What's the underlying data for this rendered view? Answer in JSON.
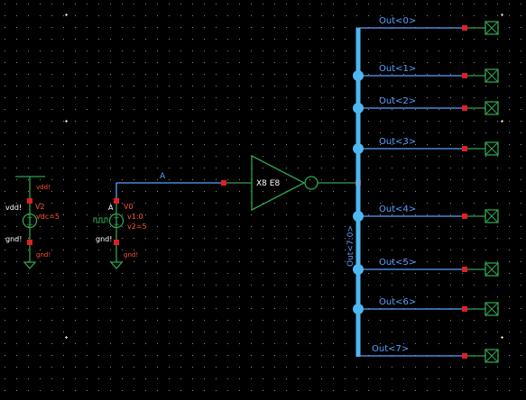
{
  "title": "Schematic editor canvas",
  "colors": {
    "background": "#000000",
    "grid_dot": "#8c8c8c",
    "net": "#5aa0ff",
    "bus": "#4fb7f0",
    "bus_label": "#5aa0ff",
    "symbol_green": "#2ea44f",
    "pin_red": "#e02020",
    "prop_red": "#ff5533",
    "instance_text": "#ffffff"
  },
  "icons": {
    "pin": "red-square",
    "output_port": "x-box",
    "bus_tap": "blue-dot",
    "ground": "ground-triangle",
    "vdd": "vdd-bar"
  },
  "vdc_source": {
    "instance": "V2",
    "top_net": "vdd!",
    "bottom_net": "gnd!",
    "top_terminal": "vdd!",
    "bottom_terminal": "gnd!",
    "param": "vdc=5"
  },
  "pulse_source": {
    "instance": "V0",
    "top_net": "A",
    "bottom_net": "gnd!",
    "bottom_terminal": "gnd!",
    "param1": "v1:0",
    "param2": "v2=5"
  },
  "input_net": {
    "label": "A"
  },
  "inverter": {
    "label": "X8  E8"
  },
  "bus": {
    "label": "Out<7:0>"
  },
  "outputs": [
    {
      "label": "Out<0>"
    },
    {
      "label": "Out<1>"
    },
    {
      "label": "Out<2>"
    },
    {
      "label": "Out<3>"
    },
    {
      "label": "Out<4>"
    },
    {
      "label": "Out<5>"
    },
    {
      "label": "Out<6>"
    },
    {
      "label": "Out<7>"
    }
  ]
}
